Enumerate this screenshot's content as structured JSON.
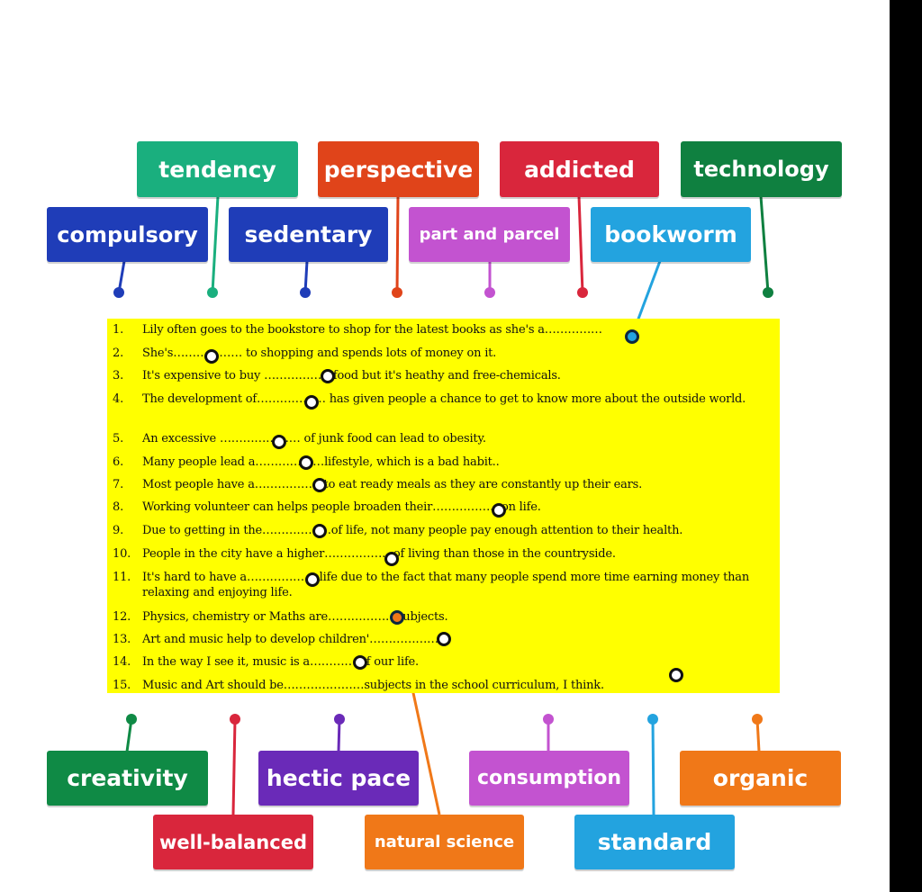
{
  "colors": {
    "teal": "#1aaf7e",
    "dark_orange": "#e0441a",
    "crimson": "#d9263c",
    "dark_green": "#0f8040",
    "navy": "#1f3db8",
    "magenta": "#c353d0",
    "sky": "#23a3df",
    "green": "#0f8a45",
    "purple": "#6a2ab8",
    "orange": "#f07818",
    "sheet": "#ffff00"
  },
  "tiles_top": [
    {
      "label": "tendency",
      "color": "#1aaf7e"
    },
    {
      "label": "perspective",
      "color": "#e0441a"
    },
    {
      "label": "addicted",
      "color": "#d9263c"
    },
    {
      "label": "technology",
      "color": "#0f8040"
    },
    {
      "label": "compulsory",
      "color": "#1f3db8"
    },
    {
      "label": "sedentary",
      "color": "#1f3db8"
    },
    {
      "label": "part and parcel",
      "color": "#c353d0"
    },
    {
      "label": "bookworm",
      "color": "#23a3df"
    }
  ],
  "tiles_bottom": [
    {
      "label": "creativity",
      "color": "#0f8a45"
    },
    {
      "label": "hectic pace",
      "color": "#6a2ab8"
    },
    {
      "label": "consumption",
      "color": "#c353d0"
    },
    {
      "label": "organic",
      "color": "#f07818"
    },
    {
      "label": "well-balanced",
      "color": "#d9263c"
    },
    {
      "label": "natural science",
      "color": "#f07818"
    },
    {
      "label": "standard",
      "color": "#23a3df"
    }
  ],
  "sentences": [
    {
      "num": "1.",
      "text": "Lily often goes to the bookstore to shop for the latest books as she's a……………"
    },
    {
      "num": "2.",
      "text": "She's……………… to shopping and spends lots of money on it."
    },
    {
      "num": "3.",
      "text": "It's expensive to buy ………………food but it's heathy and free-chemicals."
    },
    {
      "num": "4.",
      "text": "The development of……………… has given people a chance to get to know more about the outside world."
    },
    {
      "num": "5.",
      "text": "An excessive ………………… of junk food can lead to obesity."
    },
    {
      "num": "6.",
      "text": "Many people lead a………………lifestyle, which is a bad habit.."
    },
    {
      "num": "7.",
      "text": "Most people have a………………to eat ready meals as they are constantly up their ears."
    },
    {
      "num": "8.",
      "text": "Working volunteer can helps people broaden their………………on life."
    },
    {
      "num": "9.",
      "text": "Due to getting in the………………of life, not many people pay enough attention to their health."
    },
    {
      "num": "10.",
      "text": "People in the city have a higher………………of living than those in the countryside."
    },
    {
      "num": "11.",
      "text": "It's hard to have a……………… life due to the fact that many people spend more time earning money than relaxing and enjoying life."
    },
    {
      "num": "12.",
      "text": "Physics, chemistry or Maths are………………subjects."
    },
    {
      "num": "13.",
      "text": "Art and music help to develop children'………………"
    },
    {
      "num": "14.",
      "text": "In the way I see it, music is a………… of our life."
    },
    {
      "num": "15.",
      "text": "Music and Art should be…………………subjects in the school curriculum, I think."
    }
  ]
}
